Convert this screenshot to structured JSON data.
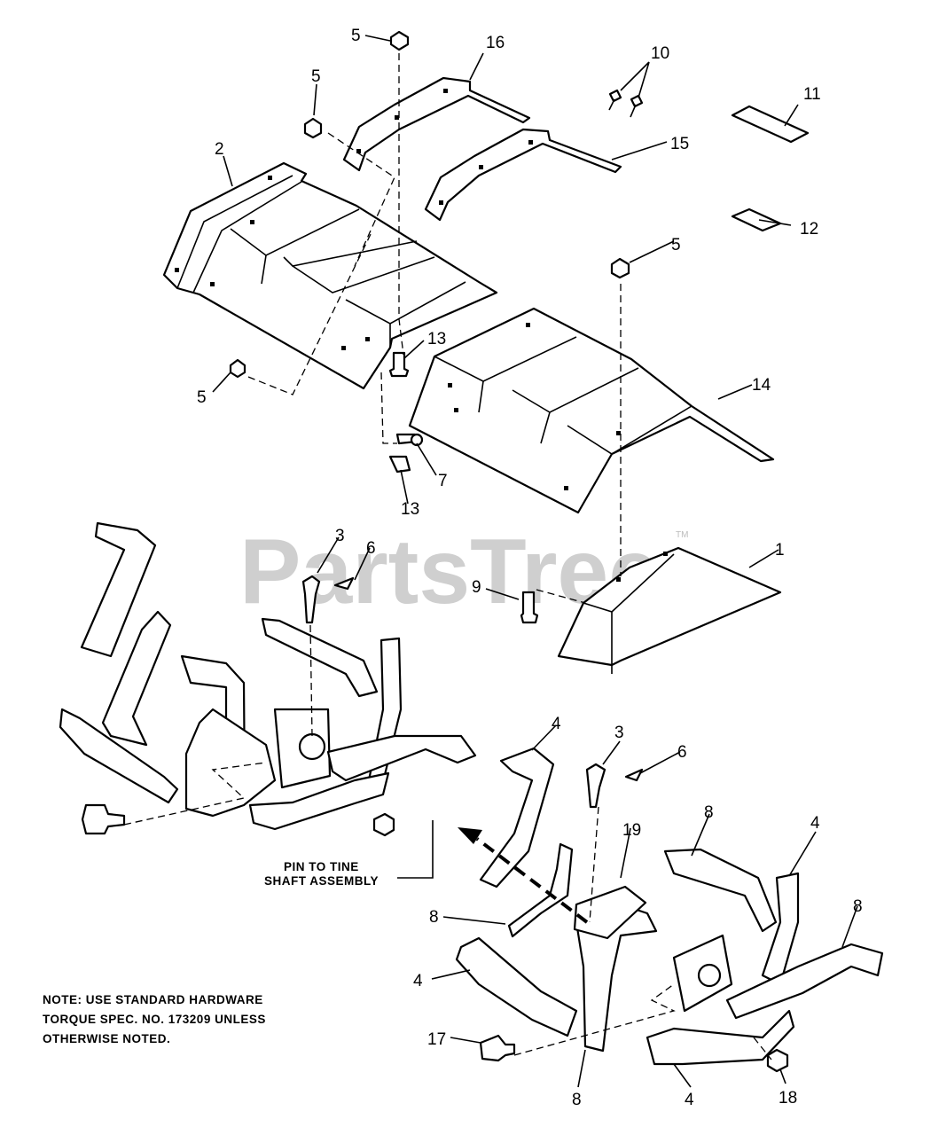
{
  "watermark": {
    "text": "PartsTree",
    "tm": "TM"
  },
  "callouts": {
    "c5a": "5",
    "c16": "16",
    "c10": "10",
    "c5b": "5",
    "c11": "11",
    "c2": "2",
    "c15": "15",
    "c12": "12",
    "c5c": "5",
    "c13a": "13",
    "c5d": "5",
    "c14": "14",
    "c7": "7",
    "c13b": "13",
    "c1": "1",
    "c3a": "3",
    "c6a": "6",
    "c9": "9",
    "c4a": "4",
    "c3b": "3",
    "c6b": "6",
    "c19": "19",
    "c8a": "8",
    "c4b": "4",
    "c8b": "8",
    "c8c": "8",
    "c4c": "4",
    "c17": "17",
    "c18": "18",
    "c8d": "8",
    "c4d": "4"
  },
  "pin_label": {
    "line1": "PIN TO TINE",
    "line2": "SHAFT ASSEMBLY"
  },
  "note": {
    "line1": "NOTE: USE STANDARD HARDWARE",
    "line2": "TORQUE SPEC. NO. 173209 UNLESS",
    "line3": "OTHERWISE NOTED."
  }
}
